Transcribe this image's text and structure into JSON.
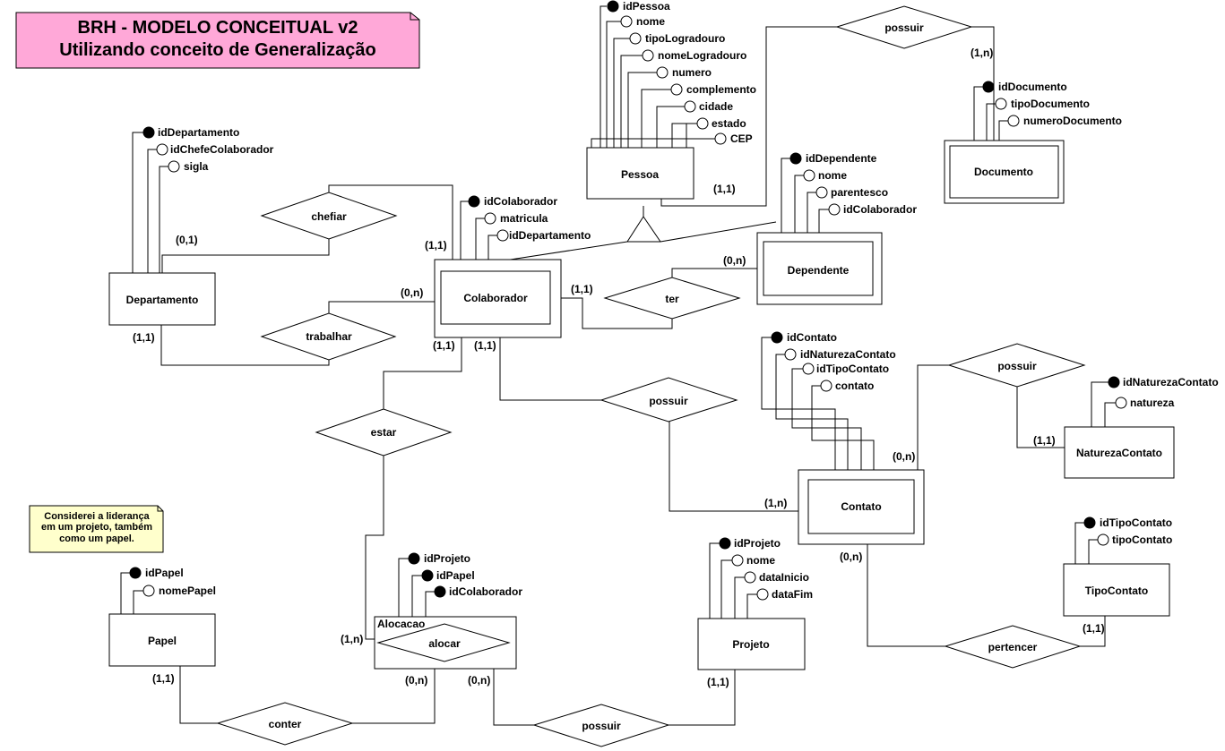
{
  "title": {
    "line1": "BRH - MODELO CONCEITUAL v2",
    "line2": "Utilizando conceito de Generalização",
    "bg": "#ffa8d8"
  },
  "note": {
    "lines": [
      "Considerei a liderança",
      "em um projeto, também",
      "como um papel."
    ],
    "bg": "#ffffcc"
  },
  "entities": {
    "pessoa": "Pessoa",
    "documento": "Documento",
    "departamento": "Departamento",
    "colaborador": "Colaborador",
    "dependente": "Dependente",
    "contato": "Contato",
    "naturezaContato": "NaturezaContato",
    "tipoContato": "TipoContato",
    "papel": "Papel",
    "alocacao": "Alocacao",
    "projeto": "Projeto"
  },
  "relationships": {
    "possuirDoc": "possuir",
    "chefiar": "chefiar",
    "trabalhar": "trabalhar",
    "ter": "ter",
    "possuirContato": "possuir",
    "possuirNatureza": "possuir",
    "estar": "estar",
    "alocar": "alocar",
    "pertencer": "pertencer",
    "conter": "conter",
    "possuirProjeto": "possuir"
  },
  "attributes": {
    "pessoa": [
      "idPessoa",
      "nome",
      "tipoLogradouro",
      "nomeLogradouro",
      "numero",
      "complemento",
      "cidade",
      "estado",
      "CEP"
    ],
    "documento": [
      "idDocumento",
      "tipoDocumento",
      "numeroDocumento"
    ],
    "departamento": [
      "idDepartamento",
      "idChefeColaborador",
      "sigla"
    ],
    "colaborador": [
      "idColaborador",
      "matricula",
      "idDepartamento"
    ],
    "dependente": [
      "idDependente",
      "nome",
      "parentesco",
      "idColaborador"
    ],
    "contato": [
      "idContato",
      "idNaturezaContato",
      "idTipoContato",
      "contato"
    ],
    "naturezaContato": [
      "idNaturezaContato",
      "natureza"
    ],
    "tipoContato": [
      "idTipoContato",
      "tipoContato"
    ],
    "papel": [
      "idPapel",
      "nomePapel"
    ],
    "alocacao": [
      "idProjeto",
      "idPapel",
      "idColaborador"
    ],
    "projeto": [
      "idProjeto",
      "nome",
      "dataInicio",
      "dataFim"
    ]
  },
  "cardinalities": {
    "doc_1n": "(1,n)",
    "pessoa_11": "(1,1)",
    "dept_01": "(0,1)",
    "colab_chefiar_11": "(1,1)",
    "colab_trabalhar_0n": "(0,n)",
    "dept_11": "(1,1)",
    "dep_0n": "(0,n)",
    "colab_ter_11": "(1,1)",
    "colab_estar_11": "(1,1)",
    "colab_possuir_11": "(1,1)",
    "contato_1n": "(1,n)",
    "contato_natureza_0n": "(0,n)",
    "natureza_11": "(1,1)",
    "contato_pertencer_0n": "(0,n)",
    "tipo_11": "(1,1)",
    "aloc_estar_1n": "(1,n)",
    "papel_11": "(1,1)",
    "aloc_conter_0n": "(0,n)",
    "aloc_possuir_0n": "(0,n)",
    "projeto_11": "(1,1)"
  }
}
